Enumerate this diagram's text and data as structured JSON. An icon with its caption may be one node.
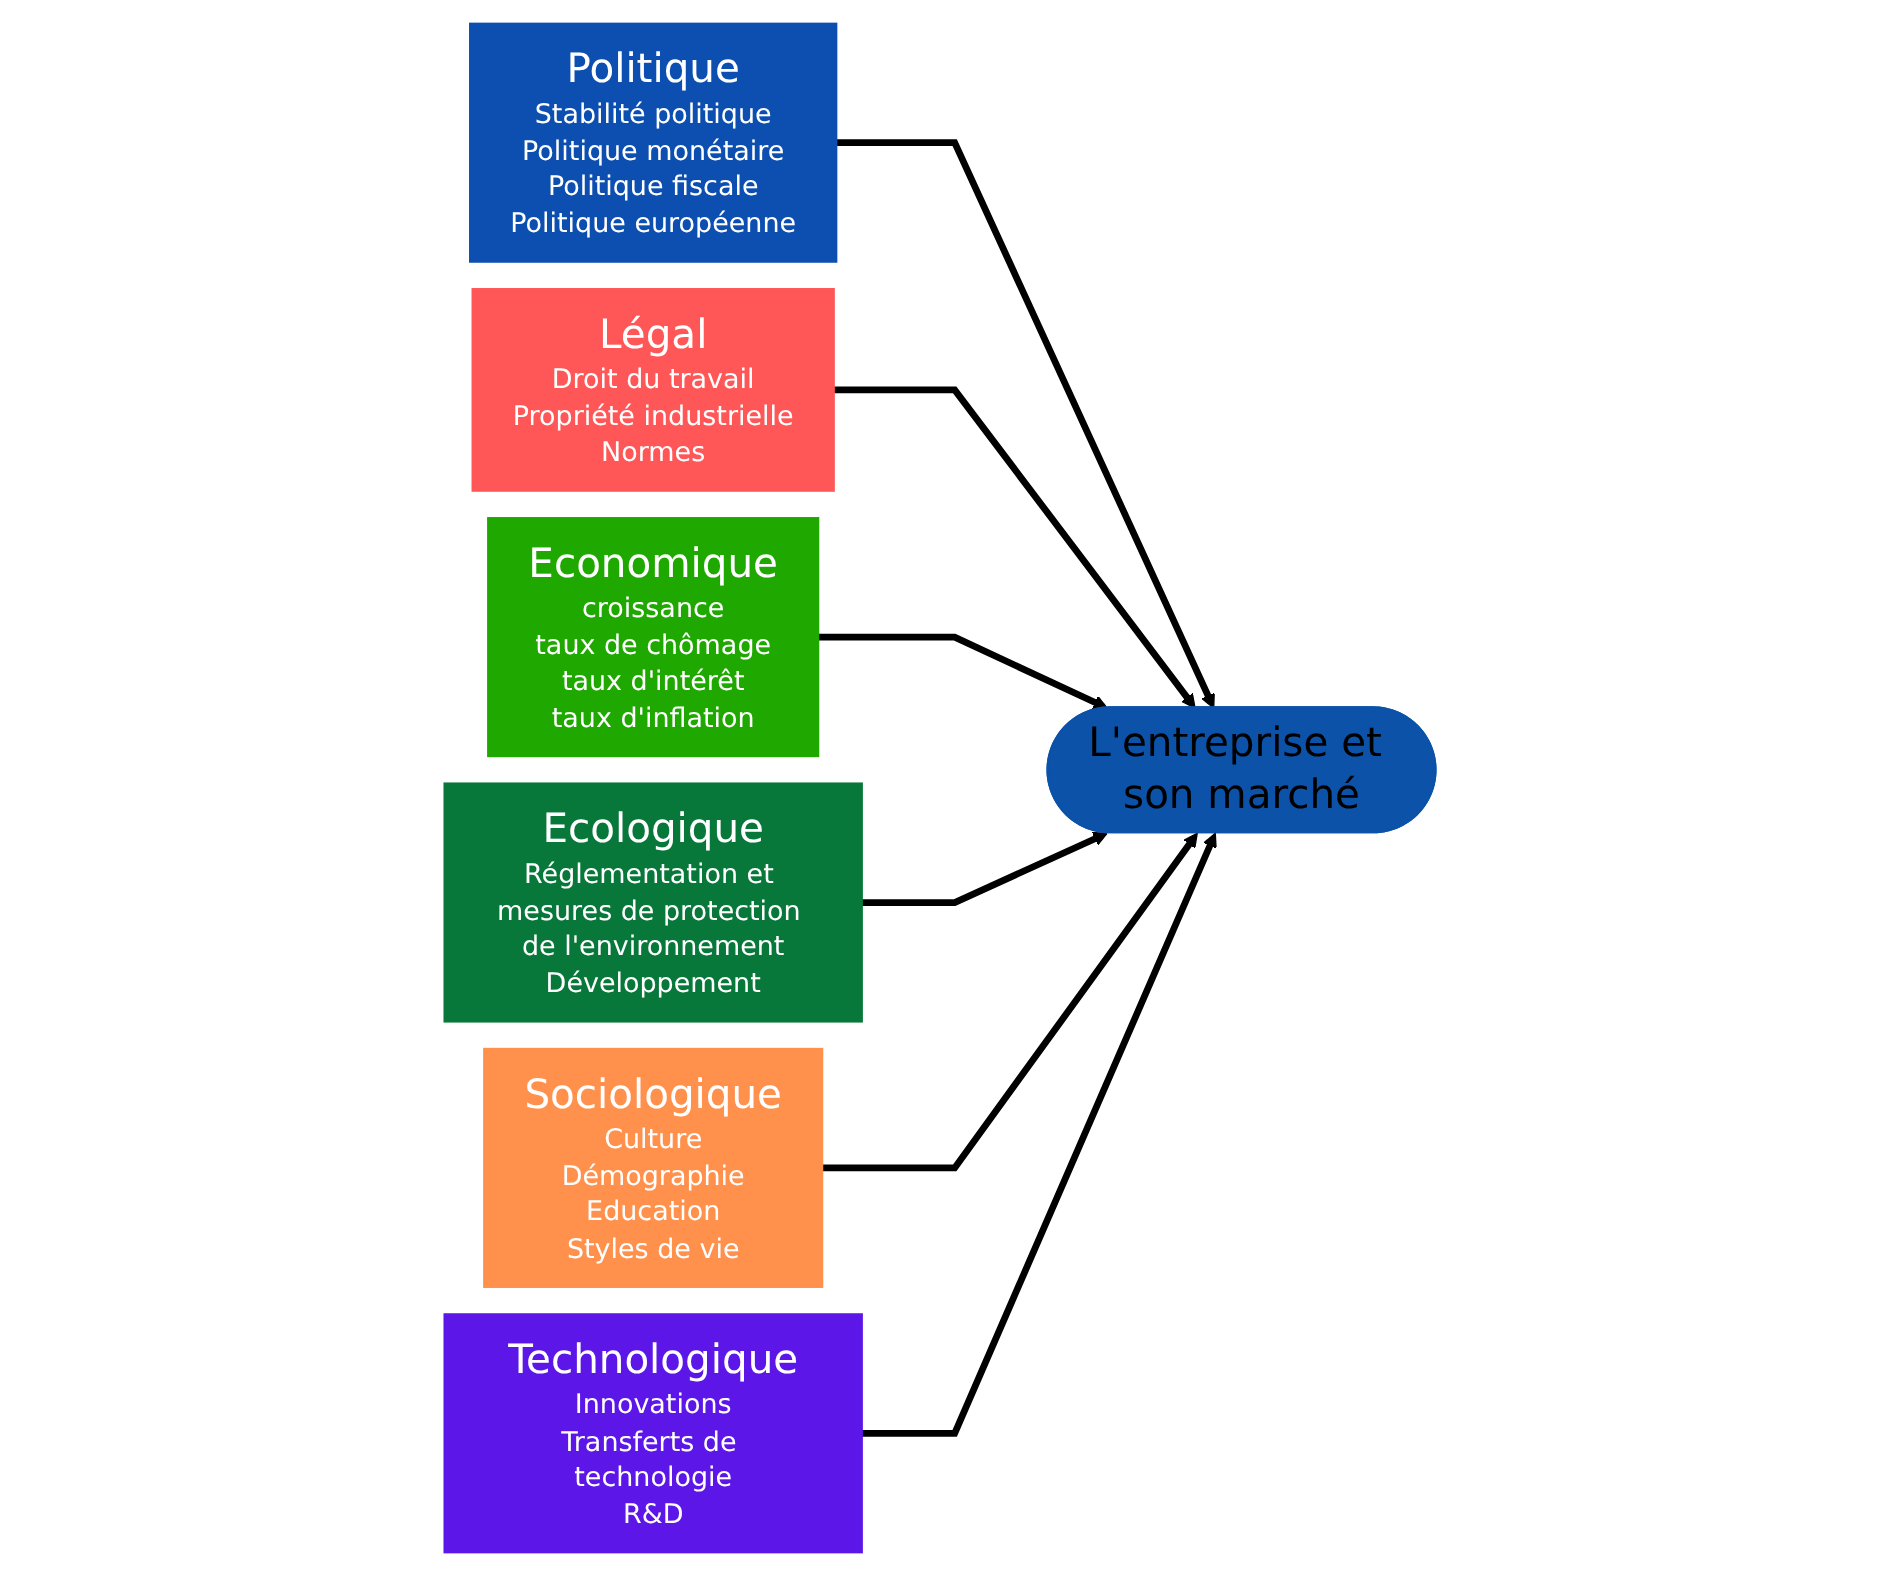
{
  "diagram": {
    "nodes": [
      {
        "text": [
          "Politique",
          "Stabilité politique",
          "Politique monétaire",
          "Politique fiscale",
          "Politique européenne"
        ]
      },
      {
        "text": [
          "Légal",
          "Droit du travail",
          "Propriété industrielle",
          "Normes"
        ]
      },
      {
        "text": [
          "Economique",
          "croissance",
          "taux de chômage",
          "taux d'intérêt",
          "taux d'inflation"
        ]
      },
      {
        "text": [
          "L'entreprise et son marché"
        ]
      },
      {
        "text": [
          "Ecologique",
          "Réglementation et mesures de protection de l'environnement",
          "Développement"
        ]
      },
      {
        "text": [
          "Sociologique",
          "Culture",
          "Démographie",
          "Education",
          "Styles de vie"
        ]
      },
      {
        "text": [
          "Technologique",
          "Innovations",
          "Transferts de technologie",
          "R&D"
        ]
      }
    ],
    "edges": [
      {
        "from": 0,
        "to": 3,
        "arrow": "to"
      },
      {
        "from": 1,
        "to": 3,
        "arrow": "to"
      },
      {
        "from": 2,
        "to": 3,
        "arrow": "to"
      },
      {
        "from": 4,
        "to": 3,
        "arrow": "to"
      },
      {
        "from": 5,
        "to": 3,
        "arrow": "to"
      },
      {
        "from": 6,
        "to": 3,
        "arrow": "to"
      }
    ]
  }
}
